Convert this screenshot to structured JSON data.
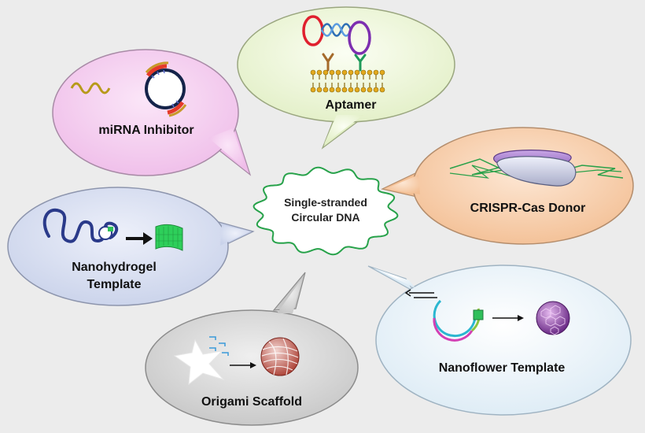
{
  "center": {
    "line1": "Single-stranded",
    "line2": "Circular DNA"
  },
  "bubbles": {
    "aptamer": {
      "label": "Aptamer",
      "color": "#eef7d8"
    },
    "mirna": {
      "label": "miRNA Inhibitor",
      "color": "#f6d2f2"
    },
    "crispr": {
      "label": "CRISPR-Cas Donor",
      "color": "#f8d2b0"
    },
    "nanohydrogel": {
      "line1": "Nanohydrogel",
      "line2": "Template",
      "color": "#d9e0f2"
    },
    "origami": {
      "label": "Origami Scaffold",
      "color": "#d8d8d8"
    },
    "nanoflower": {
      "label": "Nanoflower Template",
      "color": "#eaf4fb"
    }
  },
  "icons": {
    "aptamer": "aptamer-membrane-icon",
    "mirna": "mirna-sponge-icon",
    "crispr": "cas-protein-icon",
    "nanohydrogel": "hydrogel-icon",
    "origami": "origami-ball-icon",
    "nanoflower": "nanoflower-icon"
  }
}
